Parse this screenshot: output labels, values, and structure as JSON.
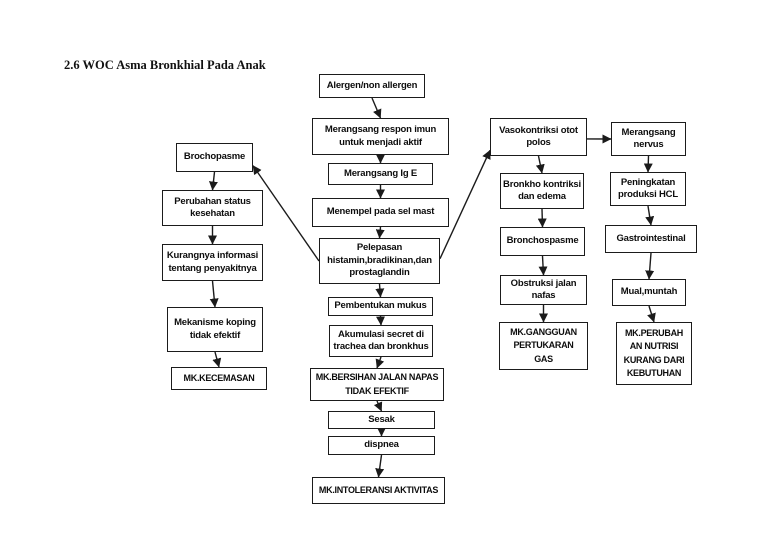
{
  "page": {
    "title": "2.6 WOC Asma Bronkhial Pada Anak",
    "colors": {
      "background": "#ffffff",
      "line": "#1b1b1b",
      "text": "#0d0d0d"
    }
  },
  "diagram": {
    "nodes": [
      {
        "id": "alergen",
        "label": "Alergen/non allergen"
      },
      {
        "id": "respon-imun",
        "label": "Merangsang respon imun\nuntuk menjadi aktif"
      },
      {
        "id": "ige",
        "label": "Merangsang Ig E"
      },
      {
        "id": "sel-mast",
        "label": "Menempel pada sel mast"
      },
      {
        "id": "pelepasan",
        "label": "Pelepasan\nhistamin,bradikinan,dan\nprostaglandin"
      },
      {
        "id": "mukus",
        "label": "Pembentukan mukus"
      },
      {
        "id": "akumulasi",
        "label": "Akumulasi secret di\ntrachea dan bronkhus"
      },
      {
        "id": "bersihan",
        "label": "MK.BERSIHAN JALAN NAPAS\nTIDAK EFEKTIF"
      },
      {
        "id": "sesak",
        "label": "Sesak"
      },
      {
        "id": "dispnea",
        "label": "dispnea"
      },
      {
        "id": "intoleransi",
        "label": "MK.INTOLERANSI AKTIVITAS"
      },
      {
        "id": "brochopasme",
        "label": "Brochopasme"
      },
      {
        "id": "perubahan-status",
        "label": "Perubahan status\nkesehatan"
      },
      {
        "id": "kurangnya-informasi",
        "label": "Kurangnya informasi\ntentang penyakitnya"
      },
      {
        "id": "mekanisme-koping",
        "label": "Mekanisme koping\ntidak efektif"
      },
      {
        "id": "kecemasan",
        "label": "MK.KECEMASAN"
      },
      {
        "id": "vasokontriksi",
        "label": "Vasokontriksi otot\npolos"
      },
      {
        "id": "bronkho-kontriksi",
        "label": "Bronkho kontriksi\ndan edema"
      },
      {
        "id": "bronchospasme",
        "label": "Bronchospasme"
      },
      {
        "id": "obstruksi",
        "label": "Obstruksi jalan\nnafas"
      },
      {
        "id": "gangguan",
        "label": "MK.GANGGUAN\nPERTUKARAN\nGAS"
      },
      {
        "id": "nervus",
        "label": "Merangsang\nnervus"
      },
      {
        "id": "hcl",
        "label": "Peningkatan\nproduksi HCL"
      },
      {
        "id": "gastrointestinal",
        "label": "Gastrointestinal"
      },
      {
        "id": "mual",
        "label": "Mual,muntah"
      },
      {
        "id": "perubahan-nutrisi",
        "label": "MK.PERUBAH\nAN NUTRISI\nKURANG DARI\nKEBUTUHAN"
      }
    ],
    "edges": [
      {
        "from": "alergen",
        "to": "respon-imun"
      },
      {
        "from": "respon-imun",
        "to": "ige"
      },
      {
        "from": "ige",
        "to": "sel-mast"
      },
      {
        "from": "sel-mast",
        "to": "pelepasan"
      },
      {
        "from": "pelepasan",
        "to": "mukus"
      },
      {
        "from": "mukus",
        "to": "akumulasi"
      },
      {
        "from": "akumulasi",
        "to": "bersihan"
      },
      {
        "from": "bersihan",
        "to": "sesak"
      },
      {
        "from": "sesak",
        "to": "dispnea"
      },
      {
        "from": "dispnea",
        "to": "intoleransi"
      },
      {
        "from": "brochopasme",
        "to": "perubahan-status"
      },
      {
        "from": "perubahan-status",
        "to": "kurangnya-informasi"
      },
      {
        "from": "kurangnya-informasi",
        "to": "mekanisme-koping"
      },
      {
        "from": "mekanisme-koping",
        "to": "kecemasan"
      },
      {
        "from": "vasokontriksi",
        "to": "bronkho-kontriksi"
      },
      {
        "from": "bronkho-kontriksi",
        "to": "bronchospasme"
      },
      {
        "from": "bronchospasme",
        "to": "obstruksi"
      },
      {
        "from": "obstruksi",
        "to": "gangguan"
      },
      {
        "from": "vasokontriksi",
        "to": "nervus",
        "from_anchor": [
          1,
          0.55
        ],
        "to_anchor": [
          0,
          0.5
        ]
      },
      {
        "from": "nervus",
        "to": "hcl"
      },
      {
        "from": "hcl",
        "to": "gastrointestinal"
      },
      {
        "from": "gastrointestinal",
        "to": "mual"
      },
      {
        "from": "mual",
        "to": "perubahan-nutrisi"
      },
      {
        "from": "pelepasan",
        "to": "brochopasme",
        "from_anchor": [
          0,
          0.5
        ],
        "to_anchor": [
          1,
          0.78
        ]
      },
      {
        "from": "pelepasan",
        "to": "vasokontriksi",
        "from_anchor": [
          1,
          0.45
        ],
        "to_anchor": [
          0,
          0.85
        ]
      }
    ]
  }
}
